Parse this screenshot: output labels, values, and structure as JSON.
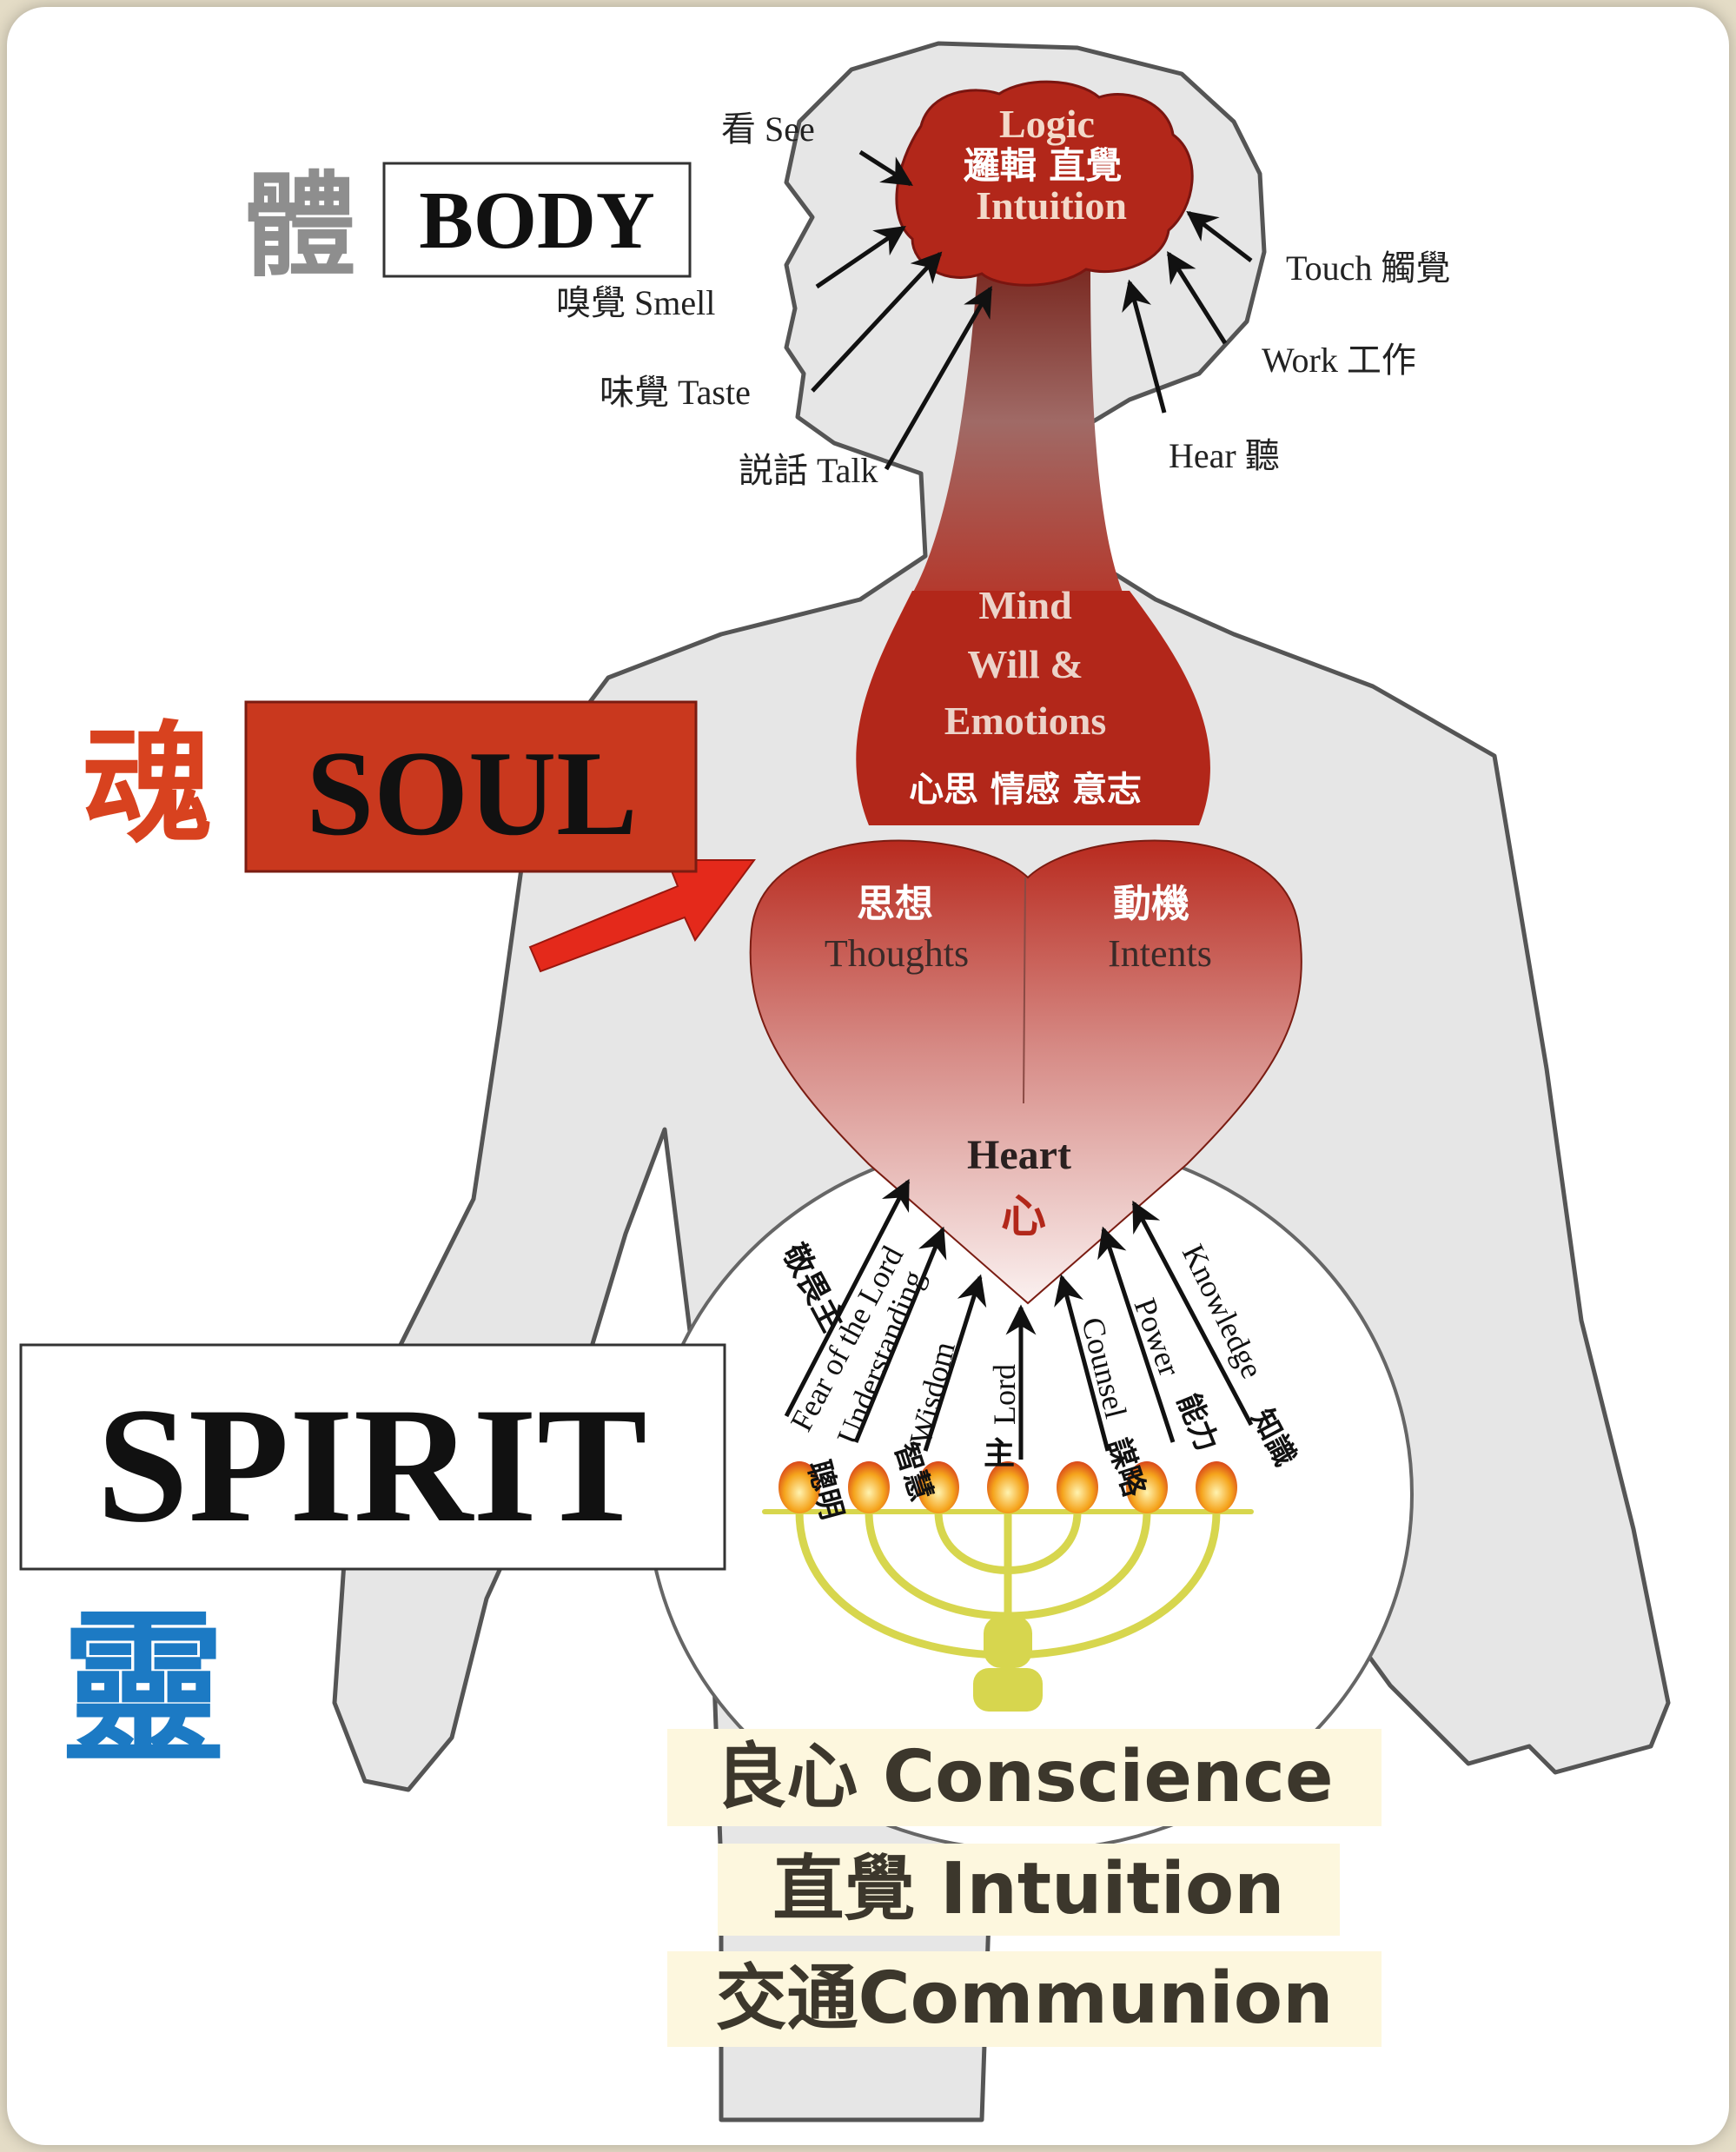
{
  "body_section": {
    "zh": "體",
    "en": "BODY"
  },
  "soul_section": {
    "zh": "魂",
    "en": "SOUL"
  },
  "spirit_section": {
    "en": "SPIRIT",
    "zh": "靈"
  },
  "brain": {
    "en1": "Logic",
    "zh": "邏輯 直覺",
    "en2": "Intuition"
  },
  "senses": {
    "see": "看 See",
    "smell": "嗅覺 Smell",
    "taste": "味覺 Taste",
    "talk": "説話 Talk",
    "touch": "Touch 觸覺",
    "work": "Work 工作",
    "hear": "Hear 聽"
  },
  "mind": {
    "line1": "Mind",
    "line2": "Will &",
    "line3": "Emotions",
    "zh": "心思 情感 意志"
  },
  "heart_lobes": {
    "left_zh": "思想",
    "left_en": "Thoughts",
    "right_zh": "動機",
    "right_en": "Intents"
  },
  "heart": {
    "en": "Heart",
    "zh": "心"
  },
  "spirit_rays": [
    {
      "en": "Fear of the Lord",
      "zh": "敬畏主"
    },
    {
      "en": "Understanding",
      "zh": "聰明"
    },
    {
      "en": "Wisdom",
      "zh": "智慧"
    },
    {
      "en": "Lord",
      "zh": "主"
    },
    {
      "en": "Counsel",
      "zh": "謀略"
    },
    {
      "en": "Power",
      "zh": "能力"
    },
    {
      "en": "Knowledge",
      "zh": "知識"
    }
  ],
  "caption": {
    "line1": "良心 Conscience",
    "line2": "直覺 Intuition",
    "line3": "交通Communion"
  },
  "colors": {
    "body_fill": "#e6e6e6",
    "organ_red": "#b2271a",
    "soul_box": "#c9381e",
    "soul_zh": "#d8421f",
    "spirit_zh": "#1c7ac4",
    "arrow_red": "#e4291b",
    "menorah_gold": "#d7d64e",
    "caption_bg": "#fdf7de"
  }
}
